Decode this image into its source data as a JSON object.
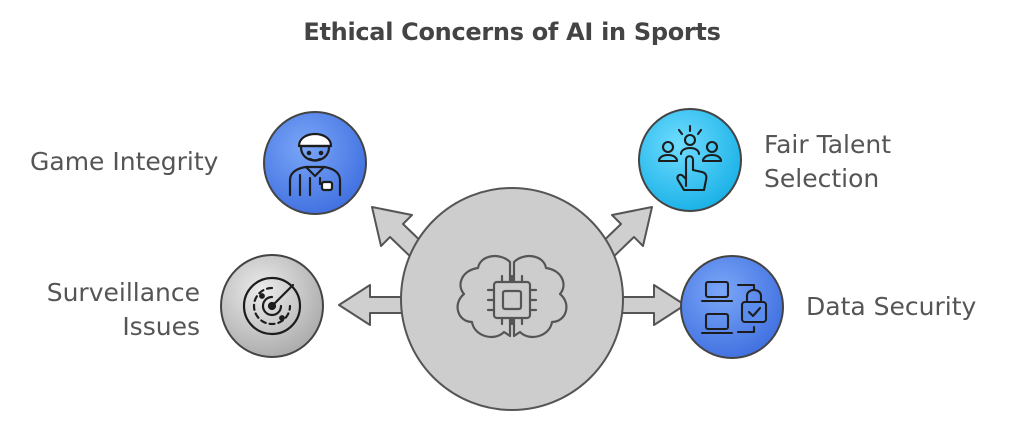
{
  "title": "Ethical Concerns of AI in Sports",
  "center": {
    "icon": "brain-chip-icon"
  },
  "concerns": [
    {
      "id": "game-integrity",
      "lines": [
        "Game Integrity"
      ],
      "icon": "referee-icon",
      "color": "#5b8def"
    },
    {
      "id": "fair-talent-selection",
      "lines": [
        "Fair Talent",
        "Selection"
      ],
      "icon": "talent-selection-icon",
      "color": "#33c5f0"
    },
    {
      "id": "surveillance-issues",
      "lines": [
        "Surveillance",
        "Issues"
      ],
      "icon": "radar-icon",
      "color": "#c9c9c9"
    },
    {
      "id": "data-security",
      "lines": [
        "Data Security"
      ],
      "icon": "laptop-lock-icon",
      "color": "#5b8def"
    }
  ]
}
